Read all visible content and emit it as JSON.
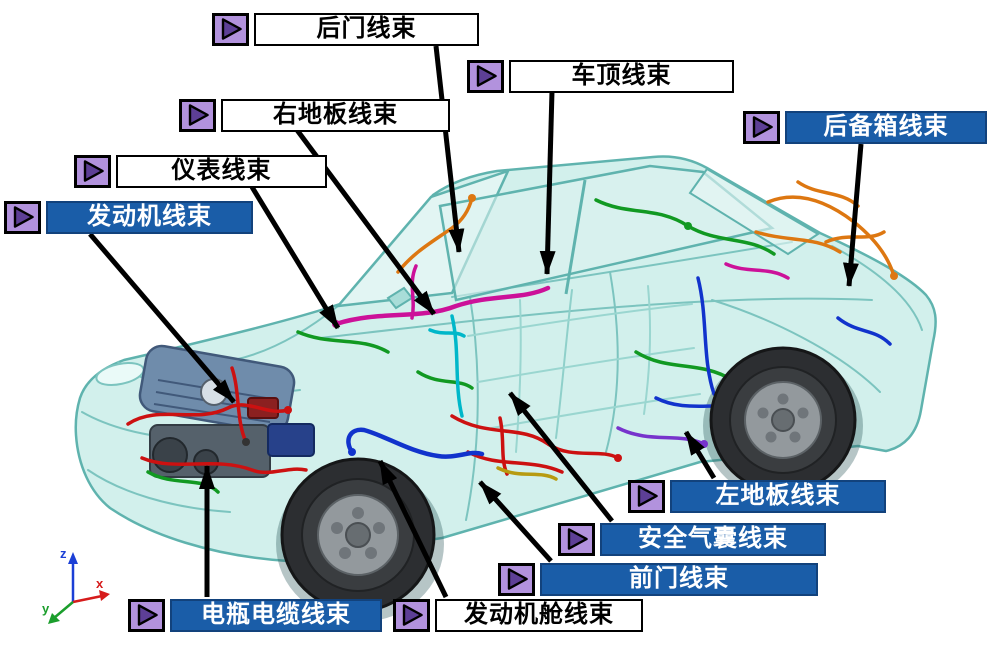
{
  "callouts": {
    "rear_door": {
      "text": "后门线束"
    },
    "roof": {
      "text": "车顶线束"
    },
    "right_floor": {
      "text": "右地板线束"
    },
    "instrument": {
      "text": "仪表线束"
    },
    "engine": {
      "text": "发动机线束"
    },
    "trunk": {
      "text": "后备箱线束"
    },
    "left_floor": {
      "text": "左地板线束"
    },
    "airbag": {
      "text": "安全气囊线束"
    },
    "front_door": {
      "text": "前门线束"
    },
    "battery_cable": {
      "text": "电瓶电缆线束"
    },
    "engine_bay": {
      "text": "发动机舱线束"
    }
  },
  "axes": {
    "x": "x",
    "y": "y",
    "z": "z"
  },
  "colors": {
    "label_blue": "#1a5da8",
    "icon_purple": "#b292dd",
    "arrow_black": "#000000",
    "car_body_teal": "#cdeeea",
    "car_line_teal": "#5fb3ae"
  }
}
